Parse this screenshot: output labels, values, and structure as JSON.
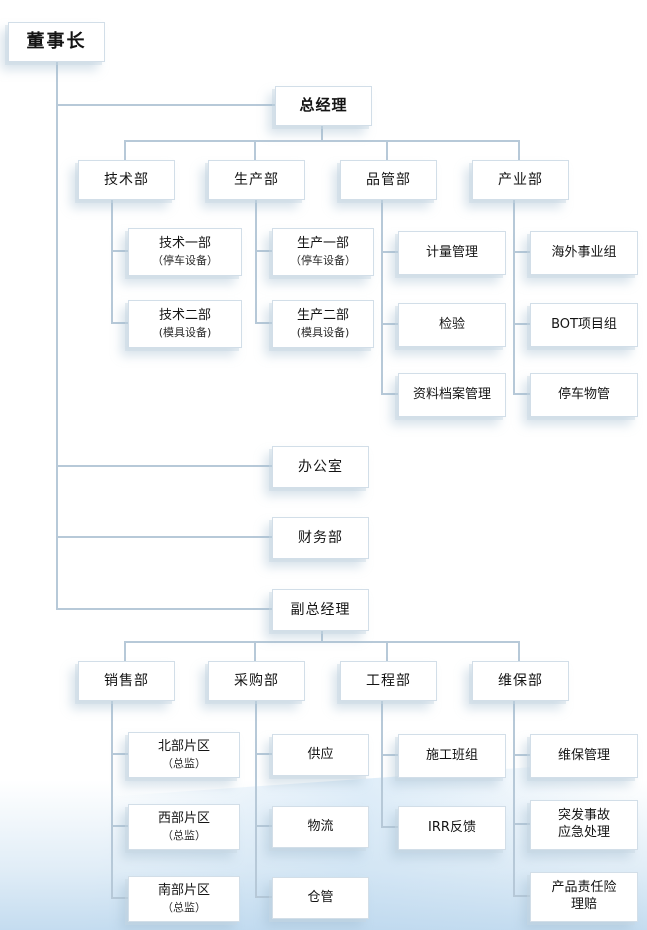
{
  "nodes": {
    "chairman": {
      "label": "董事长"
    },
    "gm": {
      "label": "总经理"
    },
    "tech": {
      "label": "技术部"
    },
    "prod": {
      "label": "生产部"
    },
    "qc": {
      "label": "品管部"
    },
    "industry": {
      "label": "产业部"
    },
    "tech1": {
      "line1": "技术一部",
      "line2": "（停车设备）"
    },
    "tech2": {
      "line1": "技术二部",
      "line2": "(模具设备)"
    },
    "prod1": {
      "line1": "生产一部",
      "line2": "（停车设备）"
    },
    "prod2": {
      "line1": "生产二部",
      "line2": "(模具设备)"
    },
    "metrology": {
      "label": "计量管理"
    },
    "inspection": {
      "label": "检验"
    },
    "archives": {
      "label": "资料档案管理"
    },
    "overseas": {
      "label": "海外事业组"
    },
    "bot": {
      "label": "BOT项目组"
    },
    "parking": {
      "label": "停车物管"
    },
    "office": {
      "label": "办公室"
    },
    "finance": {
      "label": "财务部"
    },
    "dgm": {
      "label": "副总经理"
    },
    "sales": {
      "label": "销售部"
    },
    "purchase": {
      "label": "采购部"
    },
    "engineering": {
      "label": "工程部"
    },
    "maintenance": {
      "label": "维保部"
    },
    "north": {
      "line1": "北部片区",
      "line2": "（总监）"
    },
    "west": {
      "line1": "西部片区",
      "line2": "（总监）"
    },
    "south": {
      "line1": "南部片区",
      "line2": "（总监）"
    },
    "supply": {
      "label": "供应"
    },
    "logistics": {
      "label": "物流"
    },
    "warehouse": {
      "label": "仓管"
    },
    "construction": {
      "label": "施工班组"
    },
    "irr": {
      "label": "IRR反馈"
    },
    "maint_mgmt": {
      "label": "维保管理"
    },
    "emergency": {
      "line1": "突发事故",
      "line2": "应急处理"
    },
    "liability": {
      "line1": "产品责任险",
      "line2": "理赔"
    }
  },
  "colors": {
    "line": "#b7c9d8",
    "box_border": "#d2dee8",
    "background_fade": "#badced"
  }
}
